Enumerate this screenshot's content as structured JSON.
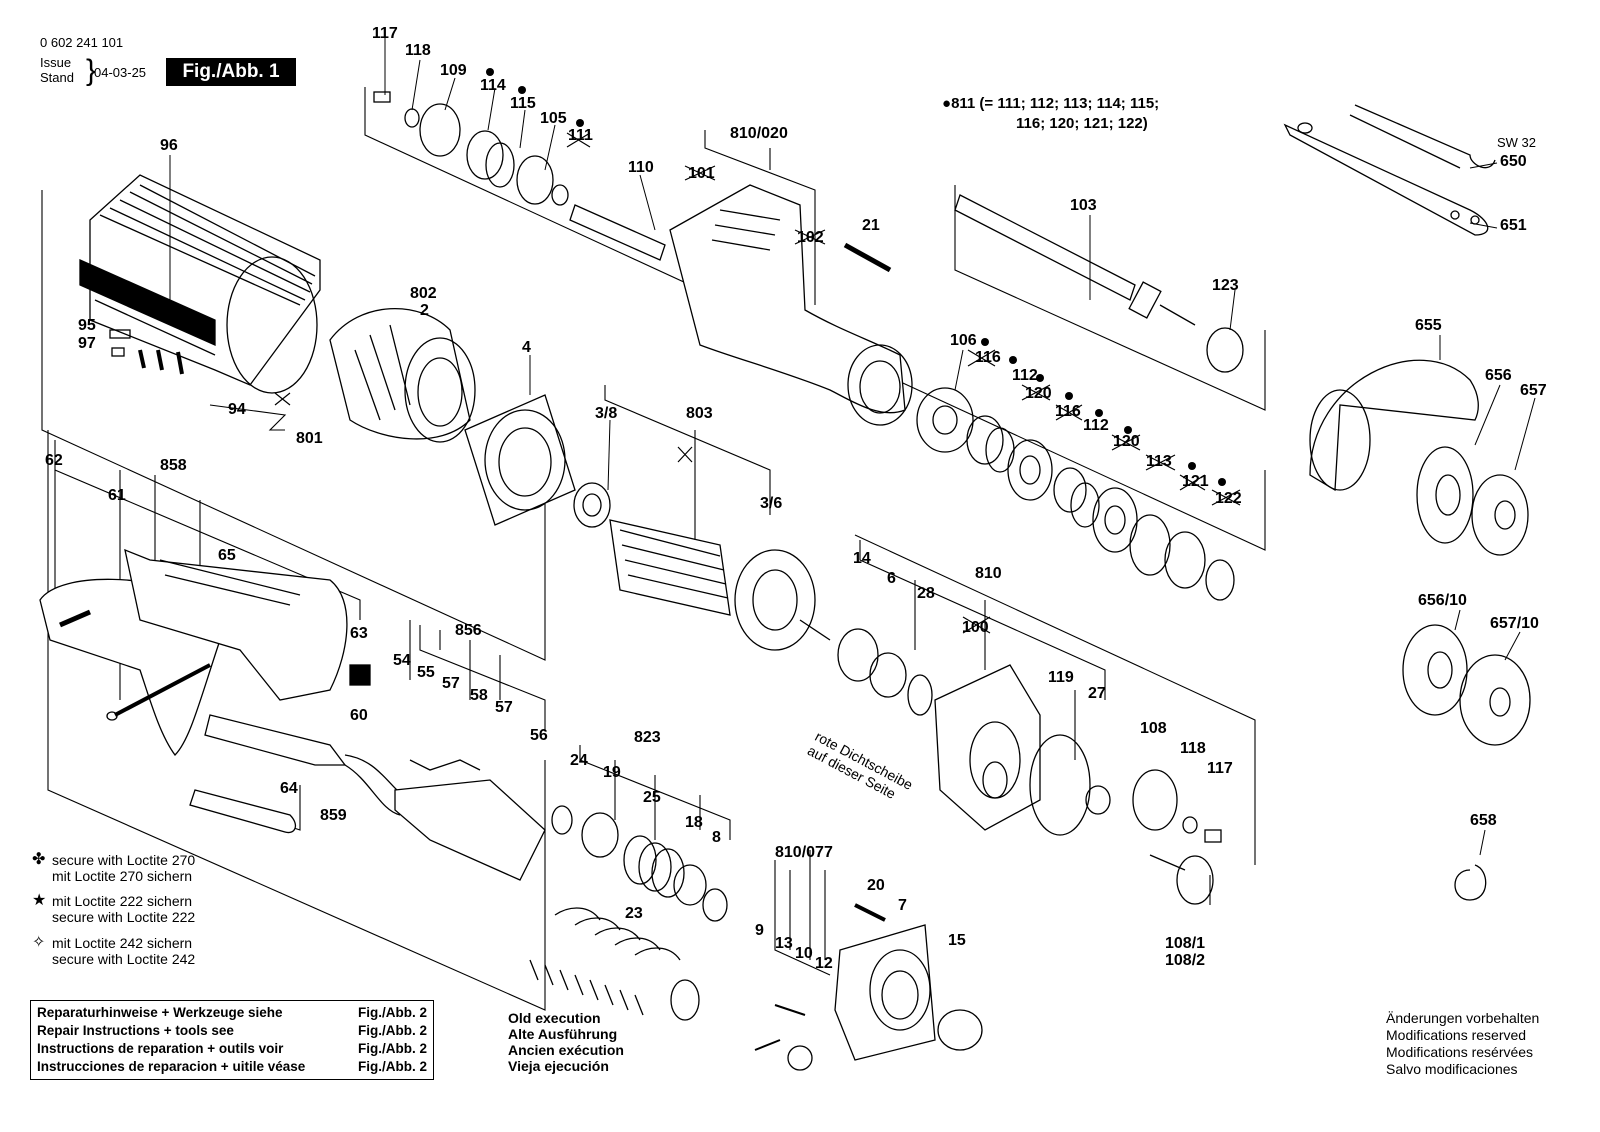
{
  "header": {
    "part_number": "0 602 241 101",
    "issue_label": "Issue",
    "stand_label": "Stand",
    "date": "04-03-25",
    "figure_label": "Fig./Abb. 1"
  },
  "note_811": {
    "line1": "811 (= 111; 112; 113; 114; 115;",
    "line2": "116; 120; 121; 122)"
  },
  "wrench_label": "SW 32",
  "rotated_note": {
    "line1": "rote Dichtscheibe",
    "line2": "auf dieser Seite"
  },
  "part_labels": [
    {
      "id": "117a",
      "text": "117"
    },
    {
      "id": "118a",
      "text": "118"
    },
    {
      "id": "109",
      "text": "109"
    },
    {
      "id": "114",
      "text": "114"
    },
    {
      "id": "115",
      "text": "115"
    },
    {
      "id": "105",
      "text": "105"
    },
    {
      "id": "111",
      "text": "111"
    },
    {
      "id": "110",
      "text": "110"
    },
    {
      "id": "810-020",
      "text": "810/020"
    },
    {
      "id": "101",
      "text": "101"
    },
    {
      "id": "102",
      "text": "102"
    },
    {
      "id": "21",
      "text": "21"
    },
    {
      "id": "103",
      "text": "103"
    },
    {
      "id": "123",
      "text": "123"
    },
    {
      "id": "650",
      "text": "650"
    },
    {
      "id": "651",
      "text": "651"
    },
    {
      "id": "96",
      "text": "96"
    },
    {
      "id": "802",
      "text": "802"
    },
    {
      "id": "2",
      "text": "2"
    },
    {
      "id": "95",
      "text": "95"
    },
    {
      "id": "97",
      "text": "97"
    },
    {
      "id": "94",
      "text": "94"
    },
    {
      "id": "801",
      "text": "801"
    },
    {
      "id": "4",
      "text": "4"
    },
    {
      "id": "3-8",
      "text": "3/8"
    },
    {
      "id": "803",
      "text": "803"
    },
    {
      "id": "3-6",
      "text": "3/6"
    },
    {
      "id": "106",
      "text": "106"
    },
    {
      "id": "116a",
      "text": "116"
    },
    {
      "id": "112a",
      "text": "112"
    },
    {
      "id": "120a",
      "text": "120"
    },
    {
      "id": "116b",
      "text": "116"
    },
    {
      "id": "112b",
      "text": "112"
    },
    {
      "id": "120b",
      "text": "120"
    },
    {
      "id": "113",
      "text": "113"
    },
    {
      "id": "121",
      "text": "121"
    },
    {
      "id": "122",
      "text": "122"
    },
    {
      "id": "655",
      "text": "655"
    },
    {
      "id": "656",
      "text": "656"
    },
    {
      "id": "657",
      "text": "657"
    },
    {
      "id": "656-10",
      "text": "656/10"
    },
    {
      "id": "657-10",
      "text": "657/10"
    },
    {
      "id": "658",
      "text": "658"
    },
    {
      "id": "62",
      "text": "62"
    },
    {
      "id": "858",
      "text": "858"
    },
    {
      "id": "61",
      "text": "61"
    },
    {
      "id": "65",
      "text": "65"
    },
    {
      "id": "63",
      "text": "63"
    },
    {
      "id": "60",
      "text": "60"
    },
    {
      "id": "64",
      "text": "64"
    },
    {
      "id": "859",
      "text": "859"
    },
    {
      "id": "856",
      "text": "856"
    },
    {
      "id": "54",
      "text": "54"
    },
    {
      "id": "55",
      "text": "55"
    },
    {
      "id": "57a",
      "text": "57"
    },
    {
      "id": "58",
      "text": "58"
    },
    {
      "id": "57b",
      "text": "57"
    },
    {
      "id": "56",
      "text": "56"
    },
    {
      "id": "14",
      "text": "14"
    },
    {
      "id": "6",
      "text": "6"
    },
    {
      "id": "28",
      "text": "28"
    },
    {
      "id": "810",
      "text": "810"
    },
    {
      "id": "100",
      "text": "100"
    },
    {
      "id": "119",
      "text": "119"
    },
    {
      "id": "27",
      "text": "27"
    },
    {
      "id": "108",
      "text": "108"
    },
    {
      "id": "118b",
      "text": "118"
    },
    {
      "id": "117b",
      "text": "117"
    },
    {
      "id": "108-1",
      "text": "108/1"
    },
    {
      "id": "108-2",
      "text": "108/2"
    },
    {
      "id": "823",
      "text": "823"
    },
    {
      "id": "24",
      "text": "24"
    },
    {
      "id": "19",
      "text": "19"
    },
    {
      "id": "25",
      "text": "25"
    },
    {
      "id": "18",
      "text": "18"
    },
    {
      "id": "8",
      "text": "8"
    },
    {
      "id": "23",
      "text": "23"
    },
    {
      "id": "810-077",
      "text": "810/077"
    },
    {
      "id": "20",
      "text": "20"
    },
    {
      "id": "7",
      "text": "7"
    },
    {
      "id": "15",
      "text": "15"
    },
    {
      "id": "9",
      "text": "9"
    },
    {
      "id": "13",
      "text": "13"
    },
    {
      "id": "10",
      "text": "10"
    },
    {
      "id": "12",
      "text": "12"
    }
  ],
  "legend": [
    {
      "symbol": "✤",
      "line1": "secure with Loctite 270",
      "line2": "mit Loctite 270 sichern"
    },
    {
      "symbol": "★",
      "line1": "mit Loctite 222 sichern",
      "line2": "secure with Loctite 222"
    },
    {
      "symbol": "✧",
      "line1": "mit Loctite 242 sichern",
      "line2": "secure with Loctite 242"
    }
  ],
  "repair_box": [
    {
      "text": "Reparaturhinweise + Werkzeuge siehe",
      "ref": "Fig./Abb. 2"
    },
    {
      "text": "Repair Instructions + tools see",
      "ref": "Fig./Abb. 2"
    },
    {
      "text": "Instructions de reparation + outils voir",
      "ref": "Fig./Abb. 2"
    },
    {
      "text": "Instrucciones de reparacion + uitile véase",
      "ref": "Fig./Abb. 2"
    }
  ],
  "old_execution": [
    "Old execution",
    "Alte Ausführung",
    "Ancien exécution",
    "Vieja ejecución"
  ],
  "modifications": [
    "Änderungen vorbehalten",
    "Modifications reserved",
    "Modifications resérvées",
    "Salvo modificaciones"
  ]
}
